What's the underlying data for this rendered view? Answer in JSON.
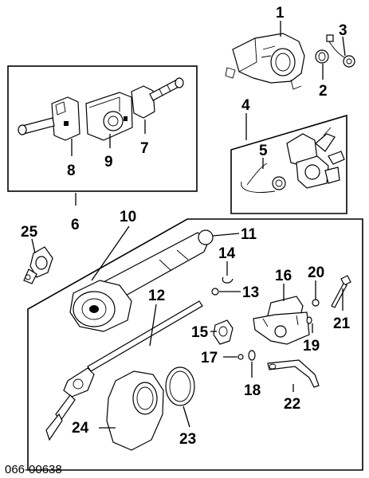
{
  "diagram": {
    "callouts": [
      "1",
      "2",
      "3",
      "4",
      "5",
      "6",
      "7",
      "8",
      "9",
      "10",
      "11",
      "12",
      "13",
      "14",
      "15",
      "16",
      "17",
      "18",
      "19",
      "20",
      "21",
      "22",
      "23",
      "24",
      "25"
    ],
    "footer_code": "066-00638"
  }
}
